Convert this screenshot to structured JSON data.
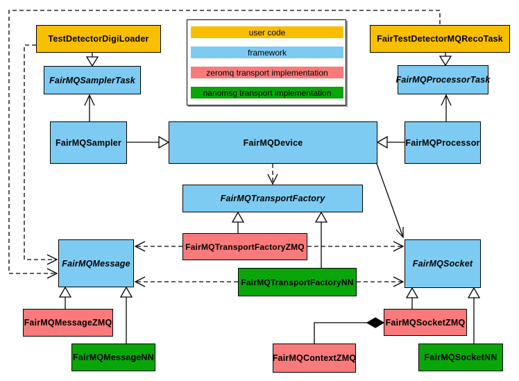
{
  "legend": {
    "items": [
      {
        "label": "user code",
        "color": "#F8BE00"
      },
      {
        "label": "framework",
        "color": "#7DCBF2"
      },
      {
        "label": "zeromq transport implementation",
        "color": "#F97A7A"
      },
      {
        "label": "nanomsg transport implementation",
        "color": "#09A609"
      }
    ]
  },
  "nodes": [
    {
      "label": "TestDetectorDigiLoader",
      "color": "#F8BE00",
      "category": "user code",
      "abstract": false
    },
    {
      "label": "FairTestDetectorMQRecoTask",
      "color": "#F8BE00",
      "category": "user code",
      "abstract": false
    },
    {
      "label": "FairMQSamplerTask",
      "color": "#7DCBF2",
      "category": "framework",
      "abstract": true
    },
    {
      "label": "FairMQProcessorTask",
      "color": "#7DCBF2",
      "category": "framework",
      "abstract": true
    },
    {
      "label": "FairMQSampler",
      "color": "#7DCBF2",
      "category": "framework",
      "abstract": false
    },
    {
      "label": "FairMQDevice",
      "color": "#7DCBF2",
      "category": "framework",
      "abstract": false
    },
    {
      "label": "FairMQProcessor",
      "color": "#7DCBF2",
      "category": "framework",
      "abstract": false
    },
    {
      "label": "FairMQTransportFactory",
      "color": "#7DCBF2",
      "category": "framework",
      "abstract": true
    },
    {
      "label": "FairMQTransportFactoryZMQ",
      "color": "#F97A7A",
      "category": "zeromq transport implementation",
      "abstract": false
    },
    {
      "label": "FairMQTransportFactoryNN",
      "color": "#09A609",
      "category": "nanomsg transport implementation",
      "abstract": false
    },
    {
      "label": "FairMQMessage",
      "color": "#7DCBF2",
      "category": "framework",
      "abstract": true
    },
    {
      "label": "FairMQSocket",
      "color": "#7DCBF2",
      "category": "framework",
      "abstract": true
    },
    {
      "label": "FairMQMessageZMQ",
      "color": "#F97A7A",
      "category": "zeromq transport implementation",
      "abstract": false
    },
    {
      "label": "FairMQMessageNN",
      "color": "#09A609",
      "category": "nanomsg transport implementation",
      "abstract": false
    },
    {
      "label": "FairMQSocketZMQ",
      "color": "#F97A7A",
      "category": "zeromq transport implementation",
      "abstract": false
    },
    {
      "label": "FairMQContextZMQ",
      "color": "#F97A7A",
      "category": "zeromq transport implementation",
      "abstract": false
    },
    {
      "label": "FairMQSocketNN",
      "color": "#09A609",
      "category": "nanomsg transport implementation",
      "abstract": false
    }
  ],
  "edges": [
    {
      "from": "TestDetectorDigiLoader",
      "to": "FairMQSamplerTask",
      "type": "inheritance"
    },
    {
      "from": "FairTestDetectorMQRecoTask",
      "to": "FairMQProcessorTask",
      "type": "inheritance"
    },
    {
      "from": "FairMQSampler",
      "to": "FairMQDevice",
      "type": "inheritance"
    },
    {
      "from": "FairMQProcessor",
      "to": "FairMQDevice",
      "type": "inheritance"
    },
    {
      "from": "FairMQSampler",
      "to": "FairMQSamplerTask",
      "type": "association"
    },
    {
      "from": "FairMQProcessor",
      "to": "FairMQProcessorTask",
      "type": "association"
    },
    {
      "from": "FairMQDevice",
      "to": "FairMQTransportFactory",
      "type": "dependency"
    },
    {
      "from": "FairMQDevice",
      "to": "FairMQSocket",
      "type": "association"
    },
    {
      "from": "FairMQTransportFactoryZMQ",
      "to": "FairMQTransportFactory",
      "type": "inheritance"
    },
    {
      "from": "FairMQTransportFactoryNN",
      "to": "FairMQTransportFactory",
      "type": "inheritance"
    },
    {
      "from": "FairMQTransportFactoryZMQ",
      "to": "FairMQMessage",
      "type": "dependency"
    },
    {
      "from": "FairMQTransportFactoryZMQ",
      "to": "FairMQSocket",
      "type": "dependency"
    },
    {
      "from": "FairMQTransportFactoryNN",
      "to": "FairMQMessage",
      "type": "dependency"
    },
    {
      "from": "FairMQTransportFactoryNN",
      "to": "FairMQSocket",
      "type": "dependency"
    },
    {
      "from": "TestDetectorDigiLoader",
      "to": "FairMQMessage",
      "type": "dependency"
    },
    {
      "from": "FairTestDetectorMQRecoTask",
      "to": "FairMQMessage",
      "type": "dependency"
    },
    {
      "from": "FairMQMessageZMQ",
      "to": "FairMQMessage",
      "type": "inheritance"
    },
    {
      "from": "FairMQMessageNN",
      "to": "FairMQMessage",
      "type": "inheritance"
    },
    {
      "from": "FairMQSocketZMQ",
      "to": "FairMQSocket",
      "type": "inheritance"
    },
    {
      "from": "FairMQSocketNN",
      "to": "FairMQSocket",
      "type": "inheritance"
    },
    {
      "from": "FairMQContextZMQ",
      "to": "FairMQSocketZMQ",
      "type": "composition"
    }
  ]
}
